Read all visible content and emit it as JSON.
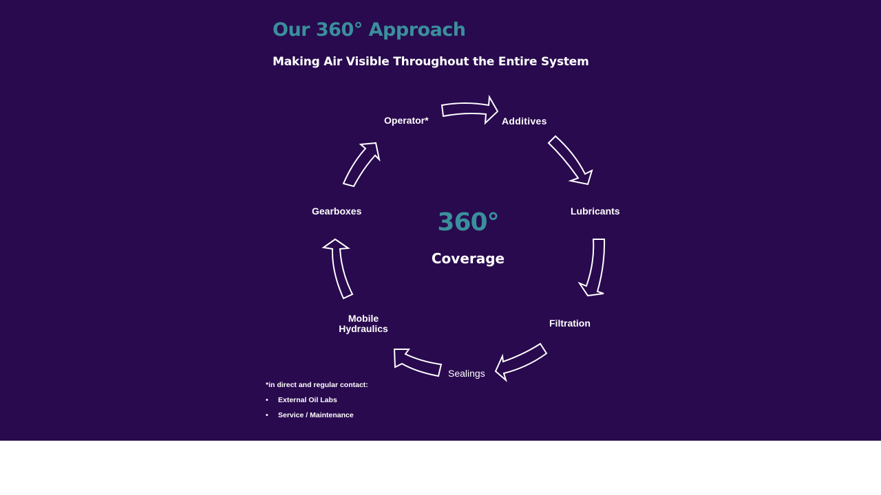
{
  "title": "Our 360° Approach",
  "subtitle": "Making Air Visible Throughout the Entire System",
  "center": {
    "value": "360°",
    "label": "Coverage"
  },
  "cycle": {
    "operator": "Operator*",
    "additives": "Additives",
    "lubricants": "Lubricants",
    "filtration": "Filtration",
    "sealings": "Sealings",
    "mobile_hydraulics_1": "Mobile",
    "mobile_hydraulics_2": "Hydraulics",
    "gearboxes": "Gearboxes"
  },
  "footnote": {
    "heading": "*in direct and regular contact:",
    "bullet": "•",
    "items": [
      "External Oil Labs",
      "Service / Maintenance"
    ]
  },
  "colors": {
    "background": "#290a4e",
    "accent": "#3a8f9c",
    "text": "#ffffff"
  }
}
